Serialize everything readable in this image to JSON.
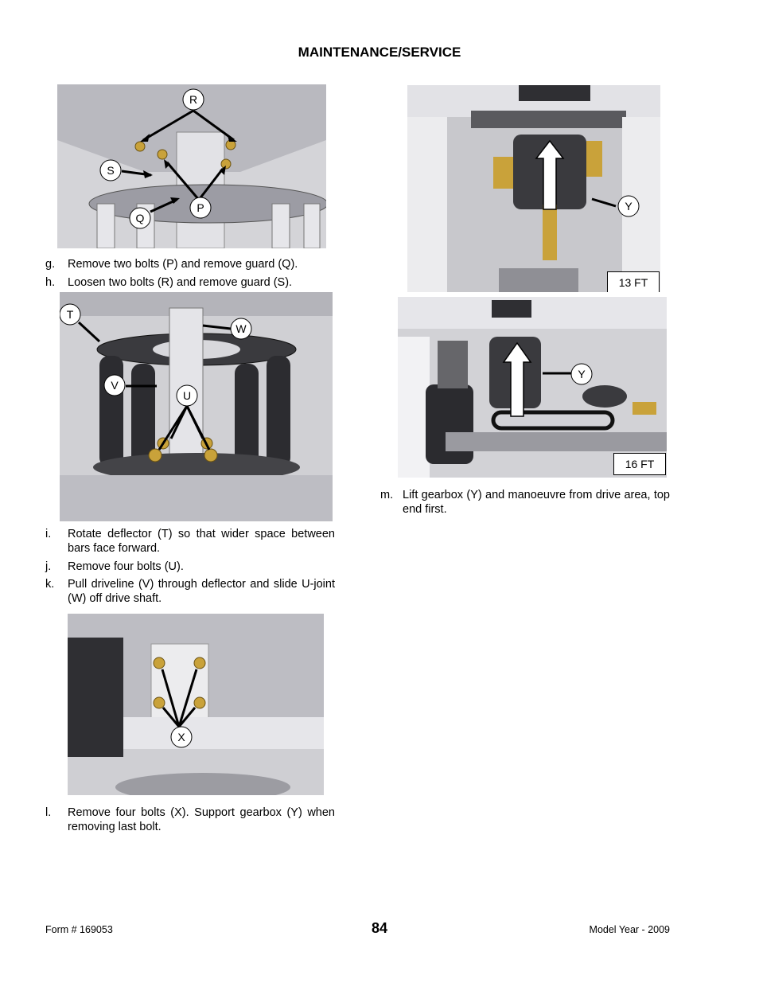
{
  "header": {
    "title": "MAINTENANCE/SERVICE"
  },
  "figures": {
    "fig1": {
      "callouts": [
        "R",
        "S",
        "P",
        "Q"
      ]
    },
    "fig2": {
      "callouts": [
        "T",
        "W",
        "V",
        "U"
      ]
    },
    "fig3": {
      "callouts": [
        "X"
      ]
    },
    "fig4": {
      "callouts": [
        "Y"
      ],
      "size_tag": "13 FT"
    },
    "fig5": {
      "callouts": [
        "Y"
      ],
      "size_tag": "16 FT"
    }
  },
  "steps": {
    "g": {
      "letter": "g.",
      "text": "Remove two bolts (P) and remove guard (Q)."
    },
    "h": {
      "letter": "h.",
      "text": "Loosen two bolts (R) and remove guard (S)."
    },
    "i": {
      "letter": "i.",
      "text": "Rotate deflector (T) so that wider space between bars face forward."
    },
    "j": {
      "letter": "j.",
      "text": "Remove four bolts (U)."
    },
    "k": {
      "letter": "k.",
      "text": "Pull driveline (V) through deflector and slide U-joint (W) off drive shaft."
    },
    "l": {
      "letter": "l.",
      "text": "Remove four bolts (X).  Support gearbox (Y) when removing last bolt."
    },
    "m": {
      "letter": "m.",
      "text": "Lift gearbox (Y) and manoeuvre from drive area, top end first."
    }
  },
  "footer": {
    "form": "Form # 169053",
    "page_number": "84",
    "model_year": "Model Year - 2009"
  },
  "colors": {
    "bolt": "#c9a23a",
    "metal": "#c9c9cd",
    "dark": "#2b2b2b"
  }
}
